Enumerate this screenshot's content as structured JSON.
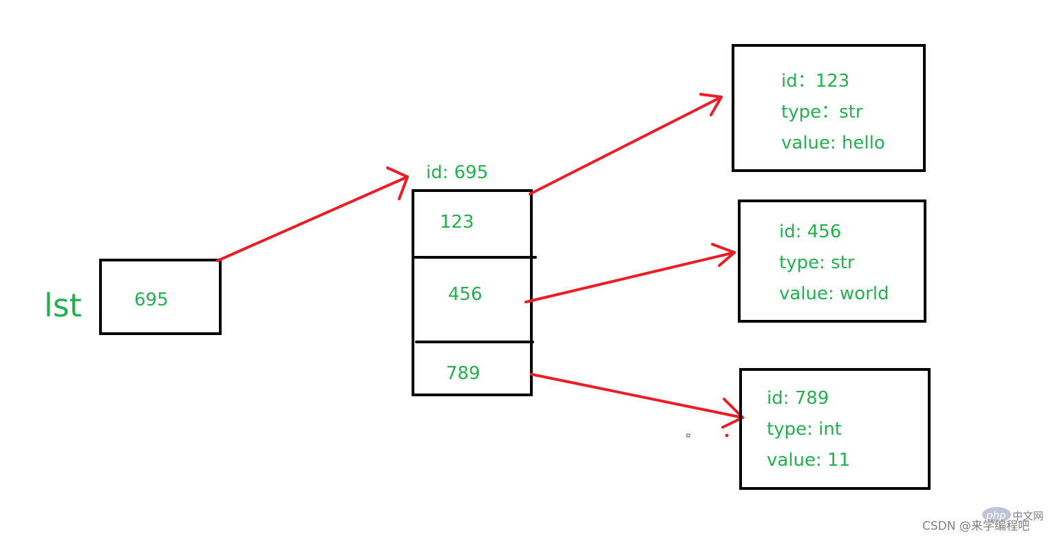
{
  "variable": {
    "name": "lst",
    "value": "695"
  },
  "list_object": {
    "id_label": "id:  695",
    "cells": [
      "123",
      "456",
      "789"
    ]
  },
  "objects": [
    {
      "id_line": "id：123",
      "type_line": "type：str",
      "value_line": "value: hello"
    },
    {
      "id_line": "id:  456",
      "type_line": "type: str",
      "value_line": "value: world"
    },
    {
      "id_line": "id: 789",
      "type_line": "type: int",
      "value_line": "value: 11"
    }
  ],
  "watermark": {
    "logo_text": "php",
    "logo_suffix": "中文网",
    "credit": "CSDN @来学编程吧"
  },
  "colors": {
    "text_green": "#22b14c",
    "arrow_red": "#ed1c24",
    "box_black": "#000000",
    "watermark_gray": "#7f7f7f"
  }
}
